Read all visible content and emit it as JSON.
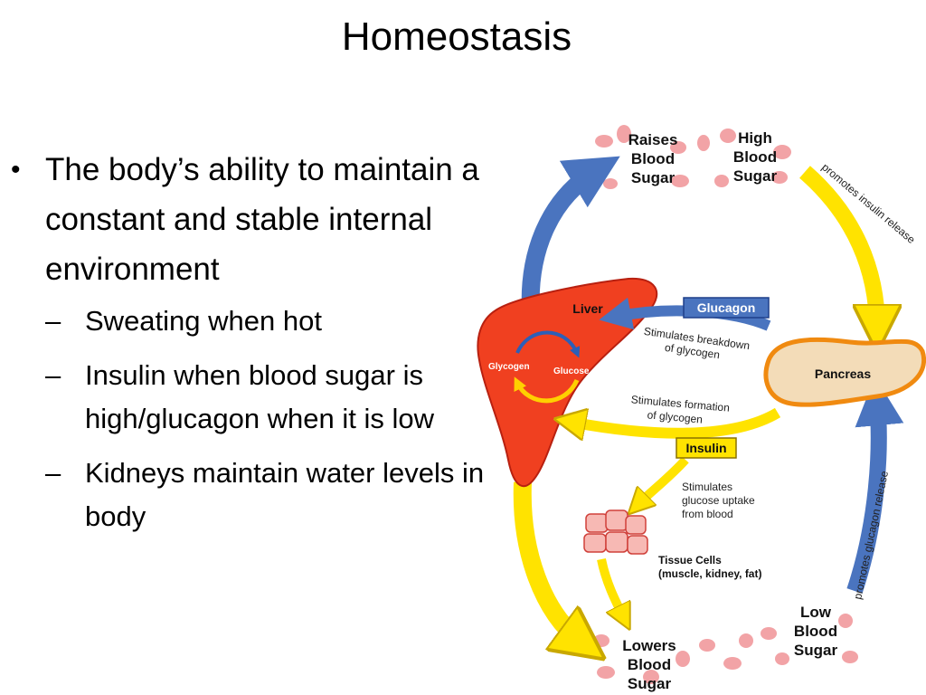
{
  "slide": {
    "title": "Homeostasis",
    "bullets": [
      {
        "text": "The body’s ability to maintain a constant and stable internal environment",
        "marker": "•",
        "subitems": [
          {
            "marker": "–",
            "text": "Sweating when hot"
          },
          {
            "marker": "–",
            "text": "Insulin when blood sugar is high/glucagon when it is low"
          },
          {
            "marker": "–",
            "text": "Kidneys maintain water levels in body"
          }
        ]
      }
    ]
  },
  "diagram": {
    "raises_blood_sugar": [
      "Raises",
      "Blood",
      "Sugar"
    ],
    "high_blood_sugar": [
      "High",
      "Blood",
      "Sugar"
    ],
    "low_blood_sugar": [
      "Low",
      "Blood",
      "Sugar"
    ],
    "lowers_blood_sugar": [
      "Lowers",
      "Blood",
      "Sugar"
    ],
    "liver": "Liver",
    "glycogen": "Glycogen",
    "glucose": "Glucose",
    "glucagon": "Glucagon",
    "insulin": "Insulin",
    "pancreas": "Pancreas",
    "stimulates_breakdown": [
      "Stimulates breakdown",
      "of glycogen"
    ],
    "stimulates_formation": [
      "Stimulates formation",
      "of glycogen"
    ],
    "stimulates_uptake": [
      "Stimulates",
      "glucose uptake",
      "from blood"
    ],
    "tissue_cells": [
      "Tissue Cells",
      "(muscle, kidney, fat)"
    ],
    "promotes_insulin": "promotes insulin release",
    "promotes_glucagon": "promotes glucagon release",
    "colors": {
      "blue_arrow": "#4a74bf",
      "yellow_arrow": "#ffe300",
      "liver": "#f04020",
      "pancreas": "#f3dcb8",
      "pancreas_border": "#f08a10",
      "blood_cell": "#f0a0a4"
    }
  }
}
